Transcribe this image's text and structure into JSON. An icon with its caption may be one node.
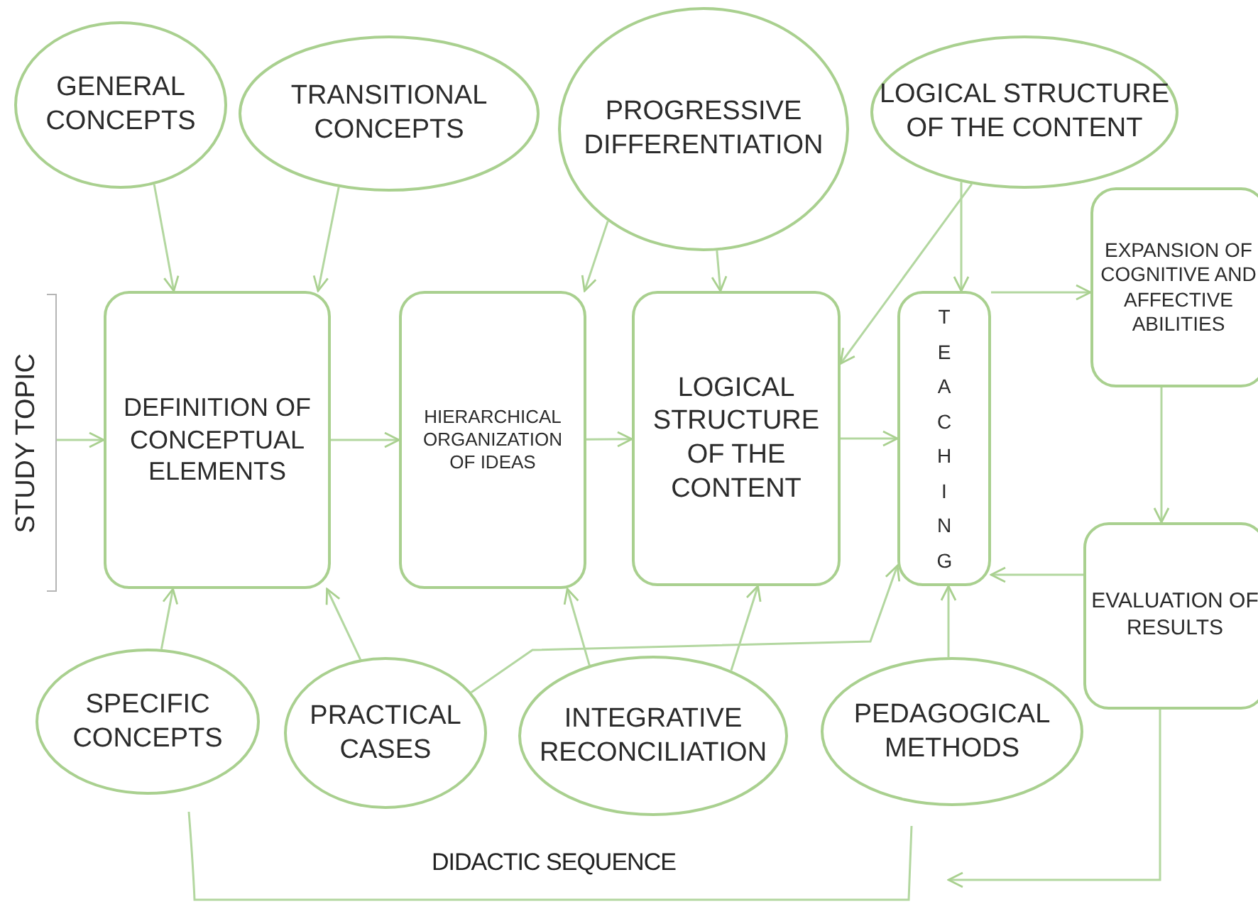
{
  "diagram": {
    "nodes": [
      {
        "text": [
          "GENERAL CONCEPTS"
        ]
      },
      {
        "text": [
          "TRANSITIONAL CONCEPTS"
        ]
      },
      {
        "text": [
          "PROGRESSIVE DIFFERENTIATION"
        ]
      },
      {
        "text": [
          "LOGICAL STRUCTURE OF THE CONTENT"
        ]
      },
      {
        "text": [
          "STUDY TOPIC"
        ]
      },
      {
        "text": [
          "DEFINITION OF CONCEPTUAL ELEMENTS"
        ]
      },
      {
        "text": [
          "HIERARCHICAL ORGANIZATION OF IDEAS"
        ]
      },
      {
        "text": [
          "LOGICAL STRUCTURE OF THE CONTENT"
        ]
      },
      {
        "text": [
          "TEACHING"
        ]
      },
      {
        "text": [
          "EXPANSION OF COGNITIVE AND AFFECTIVE ABILITIES"
        ]
      },
      {
        "text": [
          "EVALUATION OF RESULTS"
        ]
      },
      {
        "text": [
          "SPECIFIC CONCEPTS"
        ]
      },
      {
        "text": [
          "PRACTICAL CASES"
        ]
      },
      {
        "text": [
          "INTEGRATIVE RECONCILIATION"
        ]
      },
      {
        "text": [
          "PEDAGOGICAL METHODS"
        ]
      }
    ],
    "edges": [
      {
        "from": 0,
        "to": 5,
        "arrow": "to"
      },
      {
        "from": 1,
        "to": 5,
        "arrow": "to"
      },
      {
        "from": 2,
        "to": 6,
        "arrow": "to"
      },
      {
        "from": 2,
        "to": 7,
        "arrow": "to"
      },
      {
        "from": 3,
        "to": 7,
        "arrow": "to"
      },
      {
        "from": 3,
        "to": 8,
        "arrow": "to"
      },
      {
        "from": 4,
        "to": 5,
        "arrow": "to"
      },
      {
        "from": 5,
        "to": 6,
        "arrow": "to"
      },
      {
        "from": 6,
        "to": 7,
        "arrow": "to"
      },
      {
        "from": 7,
        "to": 8,
        "arrow": "to"
      },
      {
        "from": 8,
        "to": 9,
        "arrow": "to"
      },
      {
        "from": 9,
        "to": 10,
        "arrow": "to"
      },
      {
        "from": 10,
        "to": 8,
        "arrow": "to"
      },
      {
        "from": 11,
        "to": 5,
        "arrow": "to"
      },
      {
        "from": 12,
        "to": 5,
        "arrow": "to"
      },
      {
        "from": 13,
        "to": 6,
        "arrow": "to"
      },
      {
        "from": 13,
        "to": 7,
        "arrow": "to"
      },
      {
        "from": 12,
        "to": 8,
        "arrow": "to"
      },
      {
        "from": 14,
        "to": 8,
        "arrow": "to"
      },
      {
        "from": 10,
        "to": null,
        "arrow": "to"
      }
    ],
    "labels": [
      "DIDACTIC SEQUENCE"
    ]
  }
}
